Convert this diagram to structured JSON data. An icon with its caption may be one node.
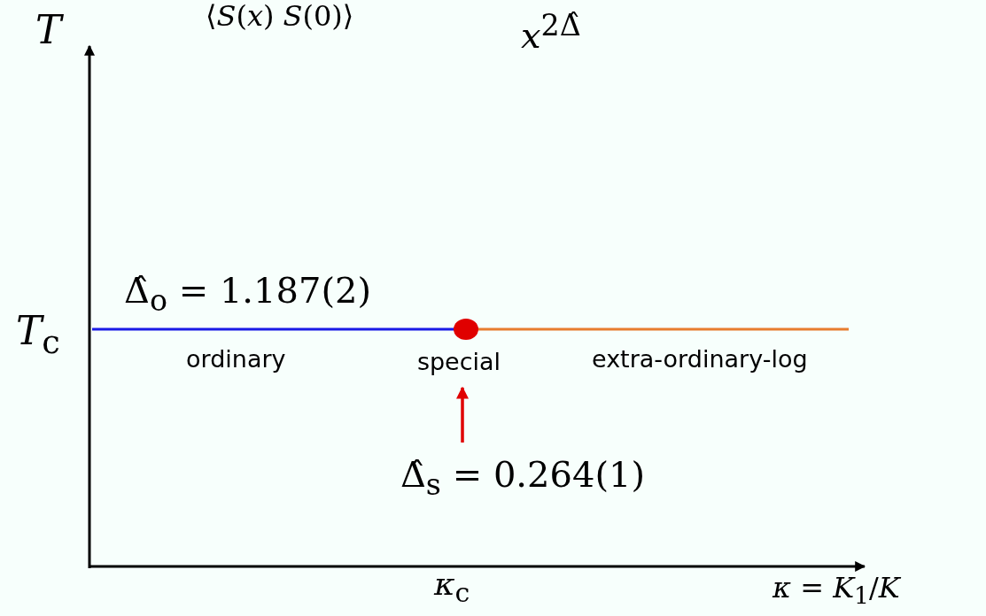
{
  "diagram": {
    "nodes": [
      {
        "text": [],
        "shape": "circle"
      },
      {
        "text": [
          "special"
        ]
      },
      {
        "text": [
          "Δ̂$_{s}$ = 0.264(1)"
        ]
      }
    ],
    "edges": [
      {
        "from": 2,
        "to": 1,
        "arrow": "to",
        "color": "#e00000"
      }
    ],
    "labels": [
      "⟨*S*(*x*) *S*(0)⟩",
      "*T*",
      "*x*$^{2Δ̂}$",
      "Δ̂$_{o}$ = 1.187(2)",
      "*T*$_{c}$",
      "ordinary",
      "extra-ordinary-log",
      "*κ*$_{c}$",
      "*κ* = *K*$_{1}$/*K*"
    ]
  }
}
